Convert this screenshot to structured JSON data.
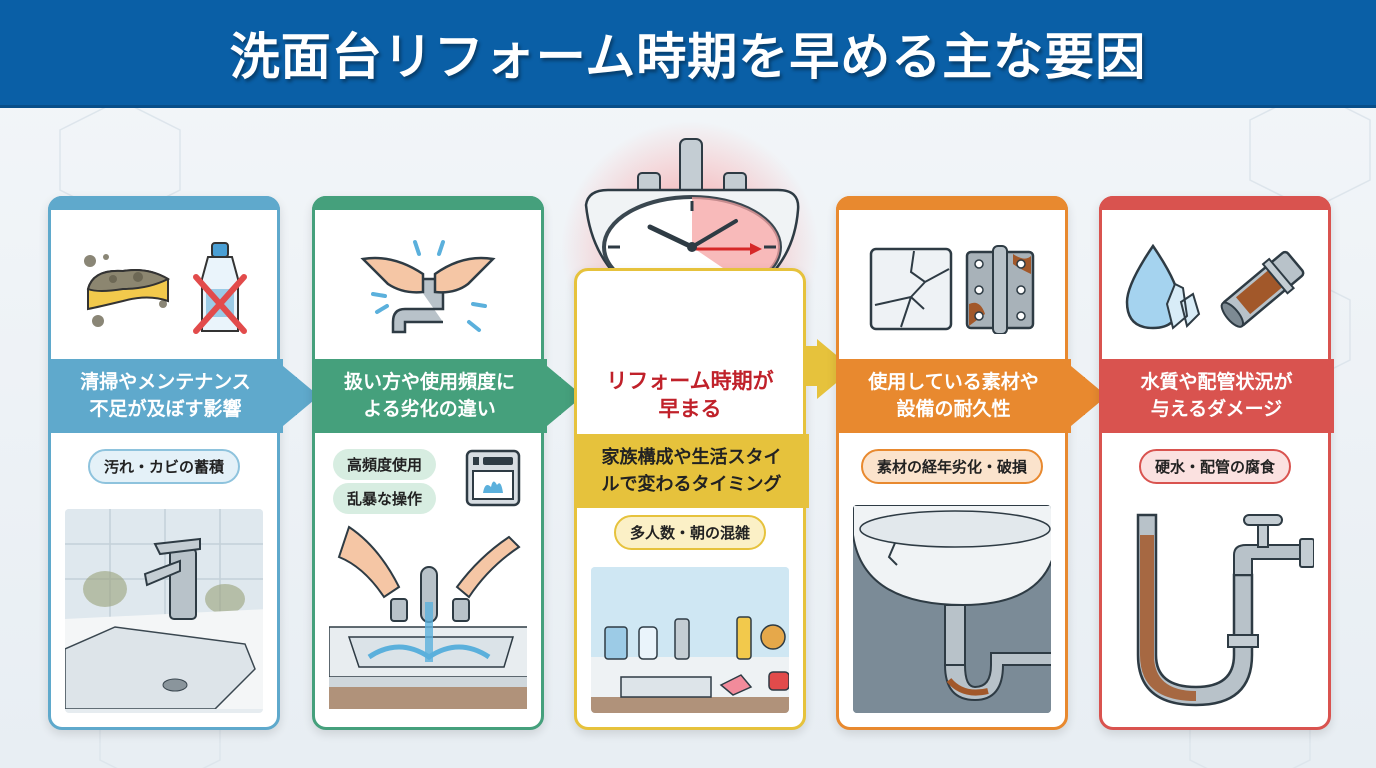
{
  "header": {
    "title": "洗面台リフォーム時期を早める主な要因"
  },
  "colors": {
    "header_bg": "#0a5fa6",
    "card1": "#5fa9cc",
    "card2": "#45a07c",
    "card3": "#e6c23c",
    "card4": "#e8892f",
    "card5": "#d9534f",
    "center_text": "#c0212a"
  },
  "cards": [
    {
      "heading_line1": "清掃やメンテナンス",
      "heading_line2": "不足が及ぼす影響",
      "tags": [
        "汚れ・カビの蓄積"
      ],
      "icons": [
        "dirty-sponge-icon",
        "no-detergent-icon"
      ],
      "illustration": "moldy-faucet-sink"
    },
    {
      "heading_line1": "扱い方や使用頻度に",
      "heading_line2": "よる劣化の違い",
      "tags": [
        "高頻度使用",
        "乱暴な操作"
      ],
      "icons": [
        "hands-twisting-faucet-icon",
        "washing-machine-icon"
      ],
      "illustration": "rough-faucet-use-splashing-sink"
    },
    {
      "center_line1": "リフォーム時期が",
      "center_line2": "早まる",
      "heading_line1": "家族構成や生活スタイ",
      "heading_line2": "ルで変わるタイミング",
      "tags": [
        "多人数・朝の混雑"
      ],
      "icons": [
        "sink-clock-icon",
        "up-arrow-icon"
      ],
      "illustration": "crowded-vanity-counter"
    },
    {
      "heading_line1": "使用している素材や",
      "heading_line2": "設備の耐久性",
      "tags": [
        "素材の経年劣化・破損"
      ],
      "icons": [
        "cracked-tile-icon",
        "rusty-hinge-icon"
      ],
      "illustration": "cracked-basin-rusty-trap"
    },
    {
      "heading_line1": "水質や配管状況が",
      "heading_line2": "与えるダメージ",
      "tags": [
        "硬水・配管の腐食"
      ],
      "icons": [
        "water-drop-crystal-icon",
        "corroded-pipe-icon"
      ],
      "illustration": "corroded-u-pipe-faucet"
    }
  ]
}
